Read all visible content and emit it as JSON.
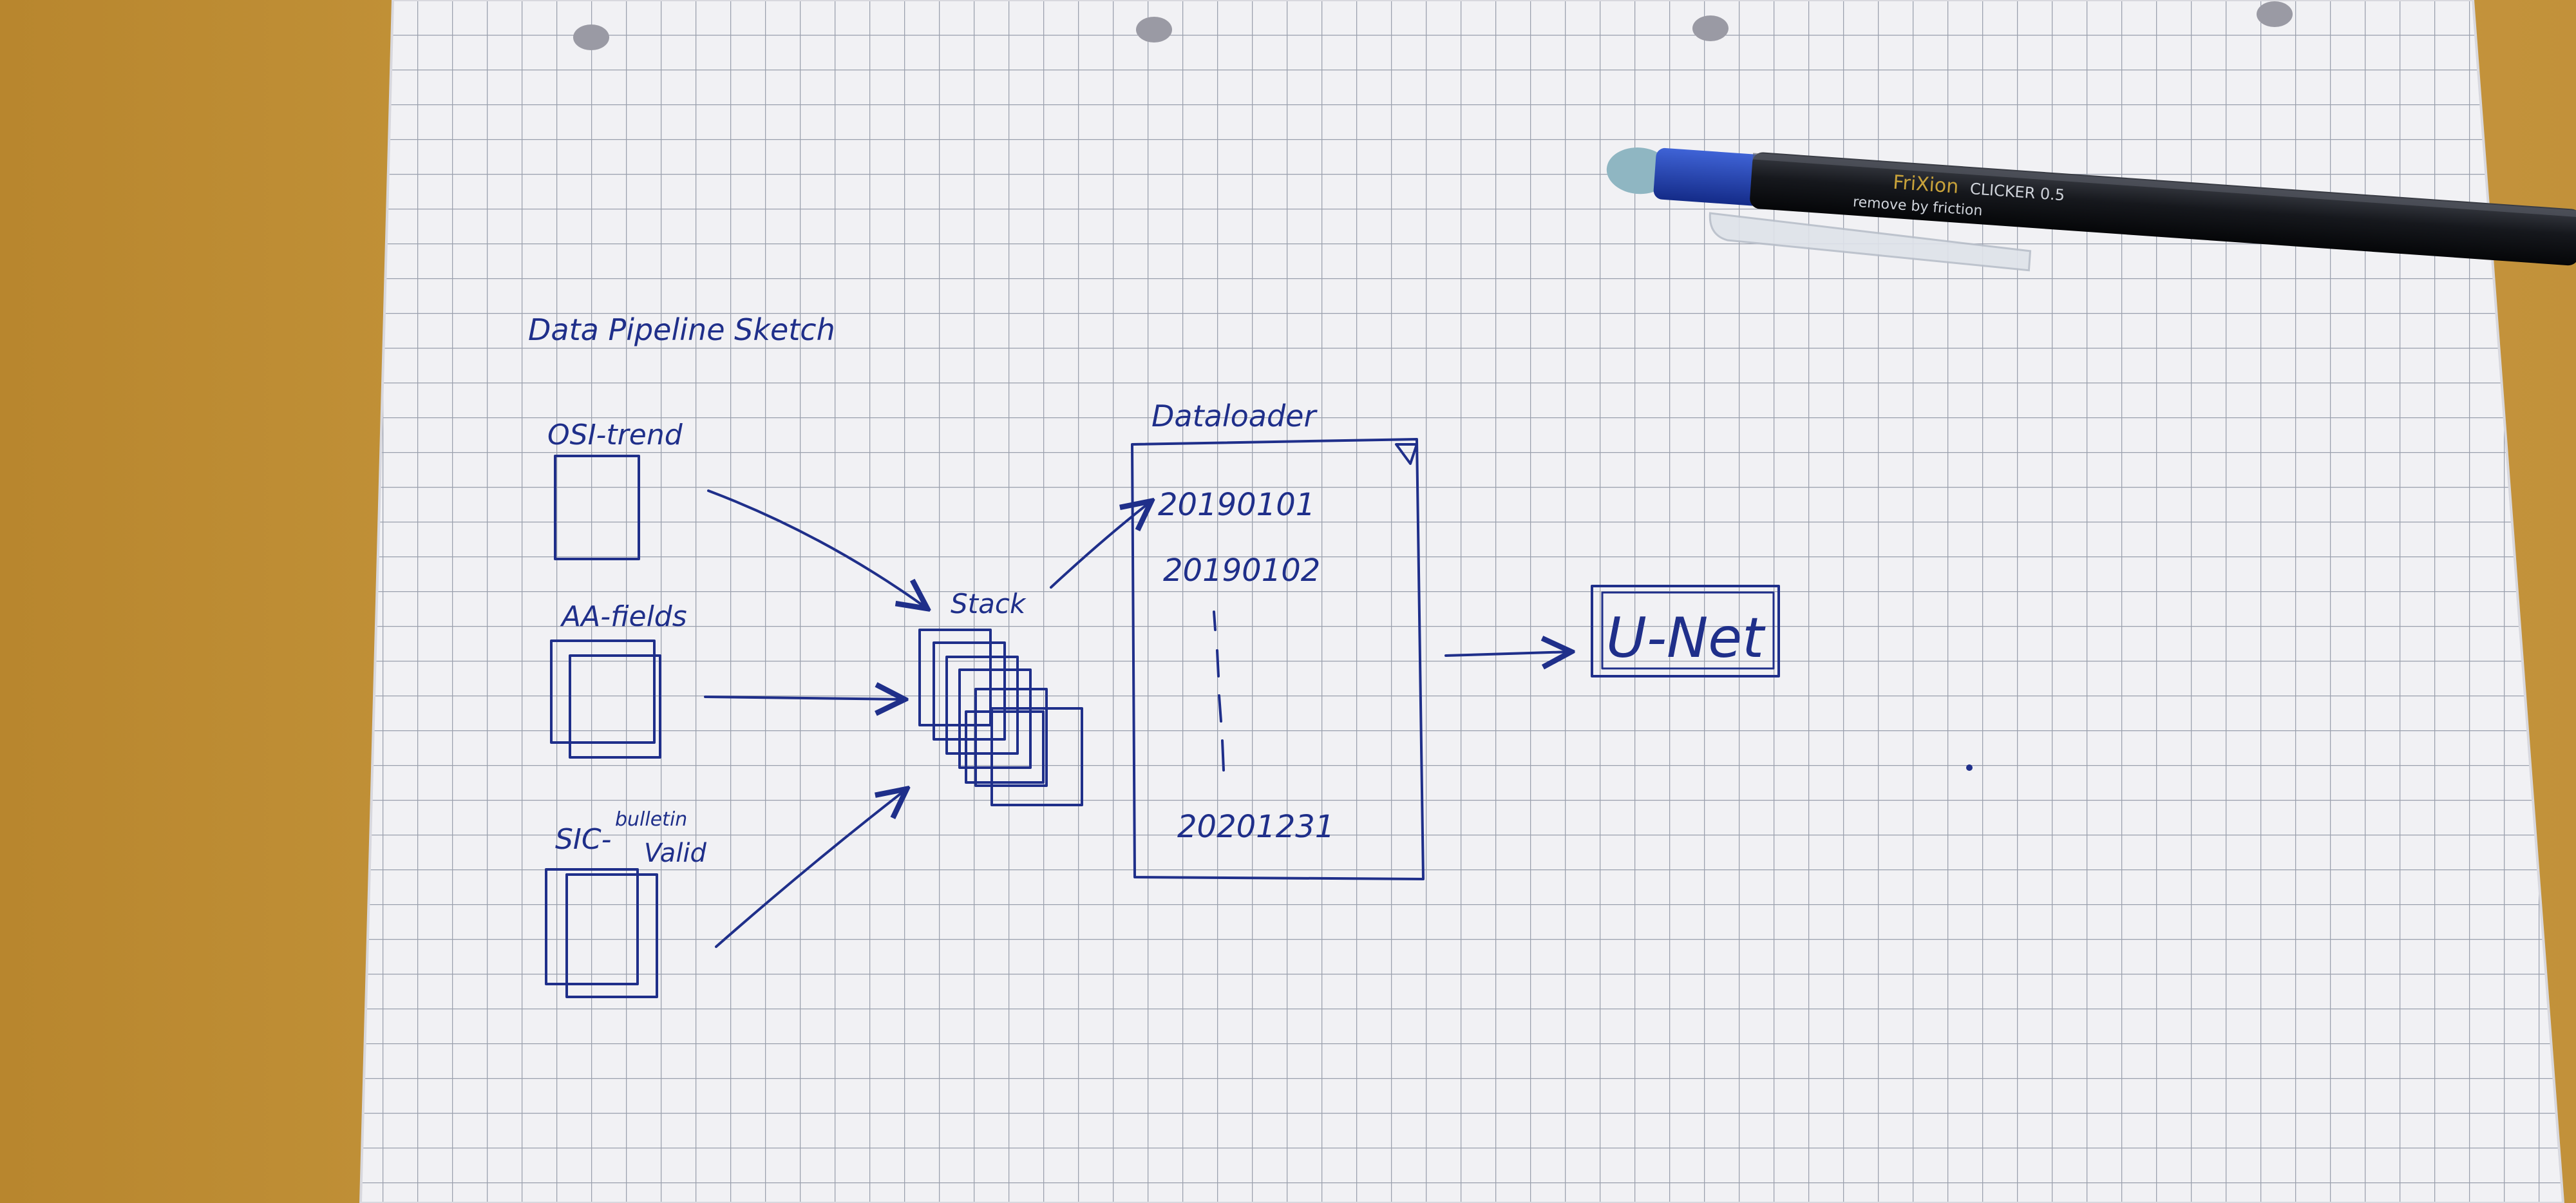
{
  "sketch": {
    "title": "Data Pipeline Sketch",
    "inputs": [
      {
        "label": "OSI-trend"
      },
      {
        "label": "AA-fields"
      },
      {
        "label": "SIC-",
        "label_2": "bulletin",
        "label_3": "Valid"
      }
    ],
    "stack_label": "Stack",
    "dataloader": {
      "label": "Dataloader",
      "first_date": "20190101",
      "second_date": "20190102",
      "last_date": "20201231"
    },
    "model_label": "U-Net"
  },
  "pen": {
    "brand": "FriXion",
    "model_text": "CLICKER 0.5",
    "tagline": "remove by friction"
  },
  "colors": {
    "ink": "#1f2f8a",
    "paper": "#f1f1f4",
    "grid": "#9aa0ad",
    "table": "#c99a3a"
  }
}
